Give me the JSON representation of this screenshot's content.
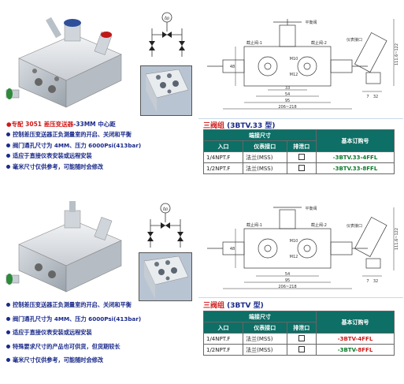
{
  "top": {
    "spec_line": {
      "prefix": "●专配 3051 差压变送器",
      "suffix": "-33MM 中心距"
    },
    "bullets": [
      "控制差压变送器正负测量室的开启、关闭和平衡",
      "阀门通孔尺寸为 4MM、压力 6000Psi(413bar)",
      "适应于直接仪表安装或远程安装",
      "毫米尺寸仅供参考，可能随时会修改"
    ],
    "title": {
      "red": "三阀组",
      "blue": "(3BTV.33 型)"
    },
    "table": {
      "hdr_conn": "端接尺寸",
      "hdr_in": "入口",
      "hdr_inst": "仪表接口",
      "hdr_vent": "排泄口",
      "hdr_order": "基本订购号",
      "rows": [
        {
          "in": "1/4NPT.F",
          "inst": "法兰(MSS)",
          "order_pre": "-3BTV.33-",
          "order_suf": "4FFL"
        },
        {
          "in": "1/2NPT.F",
          "inst": "法兰(MSS)",
          "order_pre": "-3BTV.33-",
          "order_suf": "8FFL"
        }
      ]
    },
    "dims": {
      "d33": "33",
      "d54": "54",
      "d95": "95",
      "d206": "206~218",
      "d48": "48",
      "d111": "111.6~122",
      "d7": "7",
      "d32": "32",
      "lbl_in1": "截止阀-1",
      "lbl_in2": "截止阀-2",
      "lbl_bal": "平衡阀",
      "lbl_vent": "仪表接口",
      "lbl_m10": "M10",
      "lbl_m12": "M12"
    }
  },
  "bottom": {
    "bullets": [
      "控制差压变送器正负测量室的开启、关闭和平衡",
      "阀门通孔尺寸为 4MM、压力 6000Psi(413bar)",
      "适应于直接仪表安装或远程安装",
      "特殊要求尺寸的产品也可供货，但货期较长",
      "毫米尺寸仅供参考，可能随时会修改"
    ],
    "title": {
      "red": "三阀组",
      "blue": "(3BTV 型)"
    },
    "table": {
      "hdr_conn": "端接尺寸",
      "hdr_in": "入口",
      "hdr_inst": "仪表接口",
      "hdr_vent": "排泄口",
      "hdr_order": "基本订购号",
      "rows": [
        {
          "in": "1/4NPT.F",
          "inst": "法兰(MSS)",
          "order_pre": "-3BTV-",
          "order_suf": "4FFL"
        },
        {
          "in": "1/2NPT.F",
          "inst": "法兰(MSS)",
          "order_pre": "-3BTV-",
          "order_suf": "8FFL"
        }
      ]
    },
    "dims": {
      "d54": "54",
      "d95": "95",
      "d206": "206~218",
      "d48": "48",
      "d111": "111.6~122",
      "d7": "7",
      "d32": "32",
      "lbl_in1": "截止阀-1",
      "lbl_in2": "截止阀-2",
      "lbl_bal": "平衡阀",
      "lbl_vent": "仪表接口",
      "lbl_m10": "M10",
      "lbl_m12": "M12"
    }
  },
  "colors": {
    "bullet_dot": "#1a2a8a",
    "accent_red": "#d01818",
    "table_header": "#0d6f66",
    "order_green": "#0a7a2a"
  },
  "icons": [
    "valve-block-render-icon",
    "valve-symbol-icon",
    "valve-face-inset-icon",
    "technical-drawing-icon"
  ]
}
